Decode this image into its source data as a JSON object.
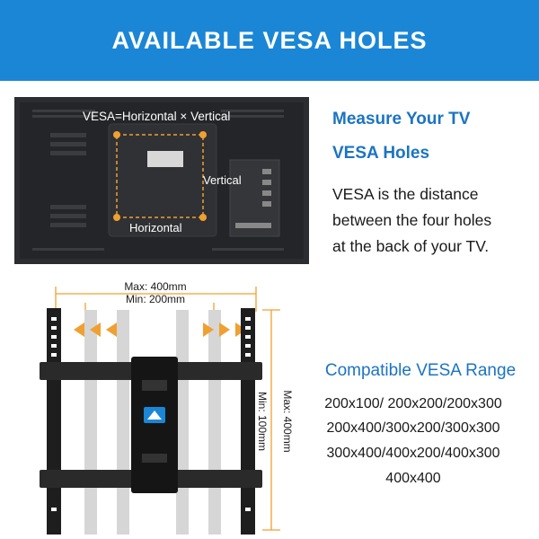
{
  "banner": {
    "title": "AVAILABLE VESA HOLES"
  },
  "tv_photo": {
    "formula": "VESA=Horizontal × Vertical",
    "vertical_label": "Vertical",
    "horizontal_label": "Horizontal"
  },
  "measure": {
    "title_line1": "Measure Your TV",
    "title_line2": "VESA Holes",
    "desc_lines": [
      "VESA is the distance",
      "between the four holes",
      "at the back of your TV."
    ]
  },
  "bracket": {
    "horizontal_max": "Max: 400mm",
    "horizontal_min": "Min: 200mm",
    "vertical_max": "Max: 400mm",
    "vertical_min": "Min: 100mm"
  },
  "compat": {
    "title": "Compatible VESA Range",
    "lines": [
      "200x100/ 200x200/200x300",
      "200x400/300x200/300x300",
      "300x400/400x200/400x300",
      "400x400"
    ]
  },
  "colors": {
    "banner": "#1b86d6",
    "accent_text": "#1b74c2",
    "orange_marker": "#f0a030",
    "bracket": "#1e1e1e"
  }
}
